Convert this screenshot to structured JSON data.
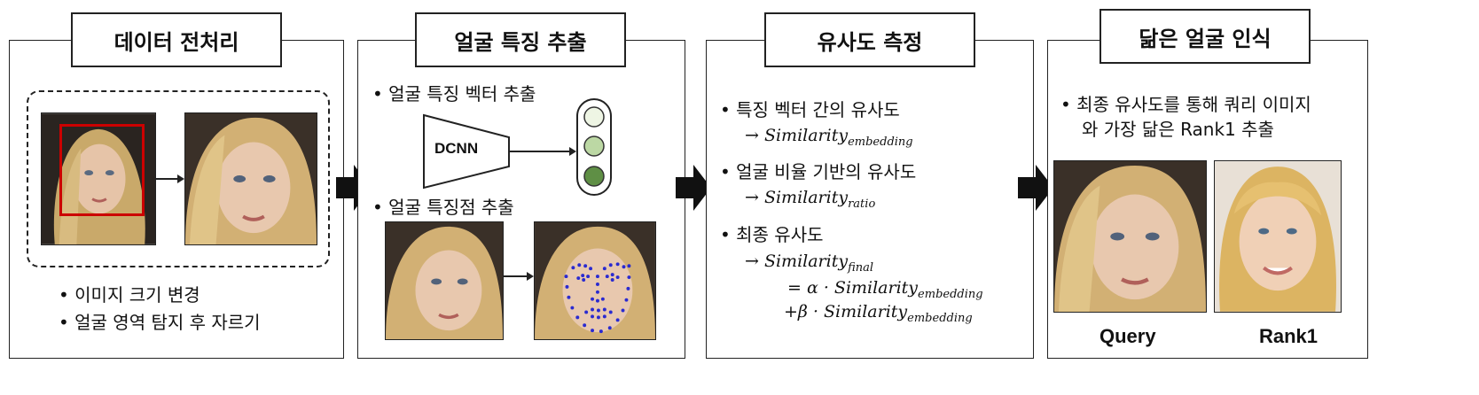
{
  "panels": [
    {
      "title": "데이터 전처리",
      "bullets": [
        "• 이미지 크기 변경",
        "• 얼굴 영역 탐지 후 자르기"
      ]
    },
    {
      "title": "얼굴 특징 추출",
      "bullets": [
        "• 얼굴 특징 벡터 추출",
        "• 얼굴 특징점 추출"
      ],
      "network_label": "DCNN"
    },
    {
      "title": "유사도 측정",
      "bullets": [
        "• 특징 벡터 간의 유사도",
        "• 얼굴 비율 기반의 유사도",
        "• 최종 유사도"
      ],
      "formulas": {
        "f1_arrow": "→ ",
        "f1_main": "Similarity",
        "f1_sub": "embedding",
        "f2_arrow": "→ ",
        "f2_main": "Similarity",
        "f2_sub": "ratio",
        "f3_arrow": "→ ",
        "f3_main": "Similarity",
        "f3_sub": "final",
        "f4_prefix": "= α · ",
        "f4_main": "Similarity",
        "f4_sub": "embedding",
        "f5_prefix": "+β · ",
        "f5_main": "Similarity",
        "f5_sub": "embedding"
      }
    },
    {
      "title": "닮은 얼굴 인식",
      "bullets": [
        "• 최종 유사도를 통해 쿼리 이미지",
        "와 가장 닮은 Rank1 추출"
      ],
      "captions": [
        "Query",
        "Rank1"
      ]
    }
  ],
  "colors": {
    "detection_box": "#cc0000",
    "landmark": "#2a2ad0",
    "node_fill": "#6a9a4a",
    "node_fill_light": "#bcd8a4"
  }
}
